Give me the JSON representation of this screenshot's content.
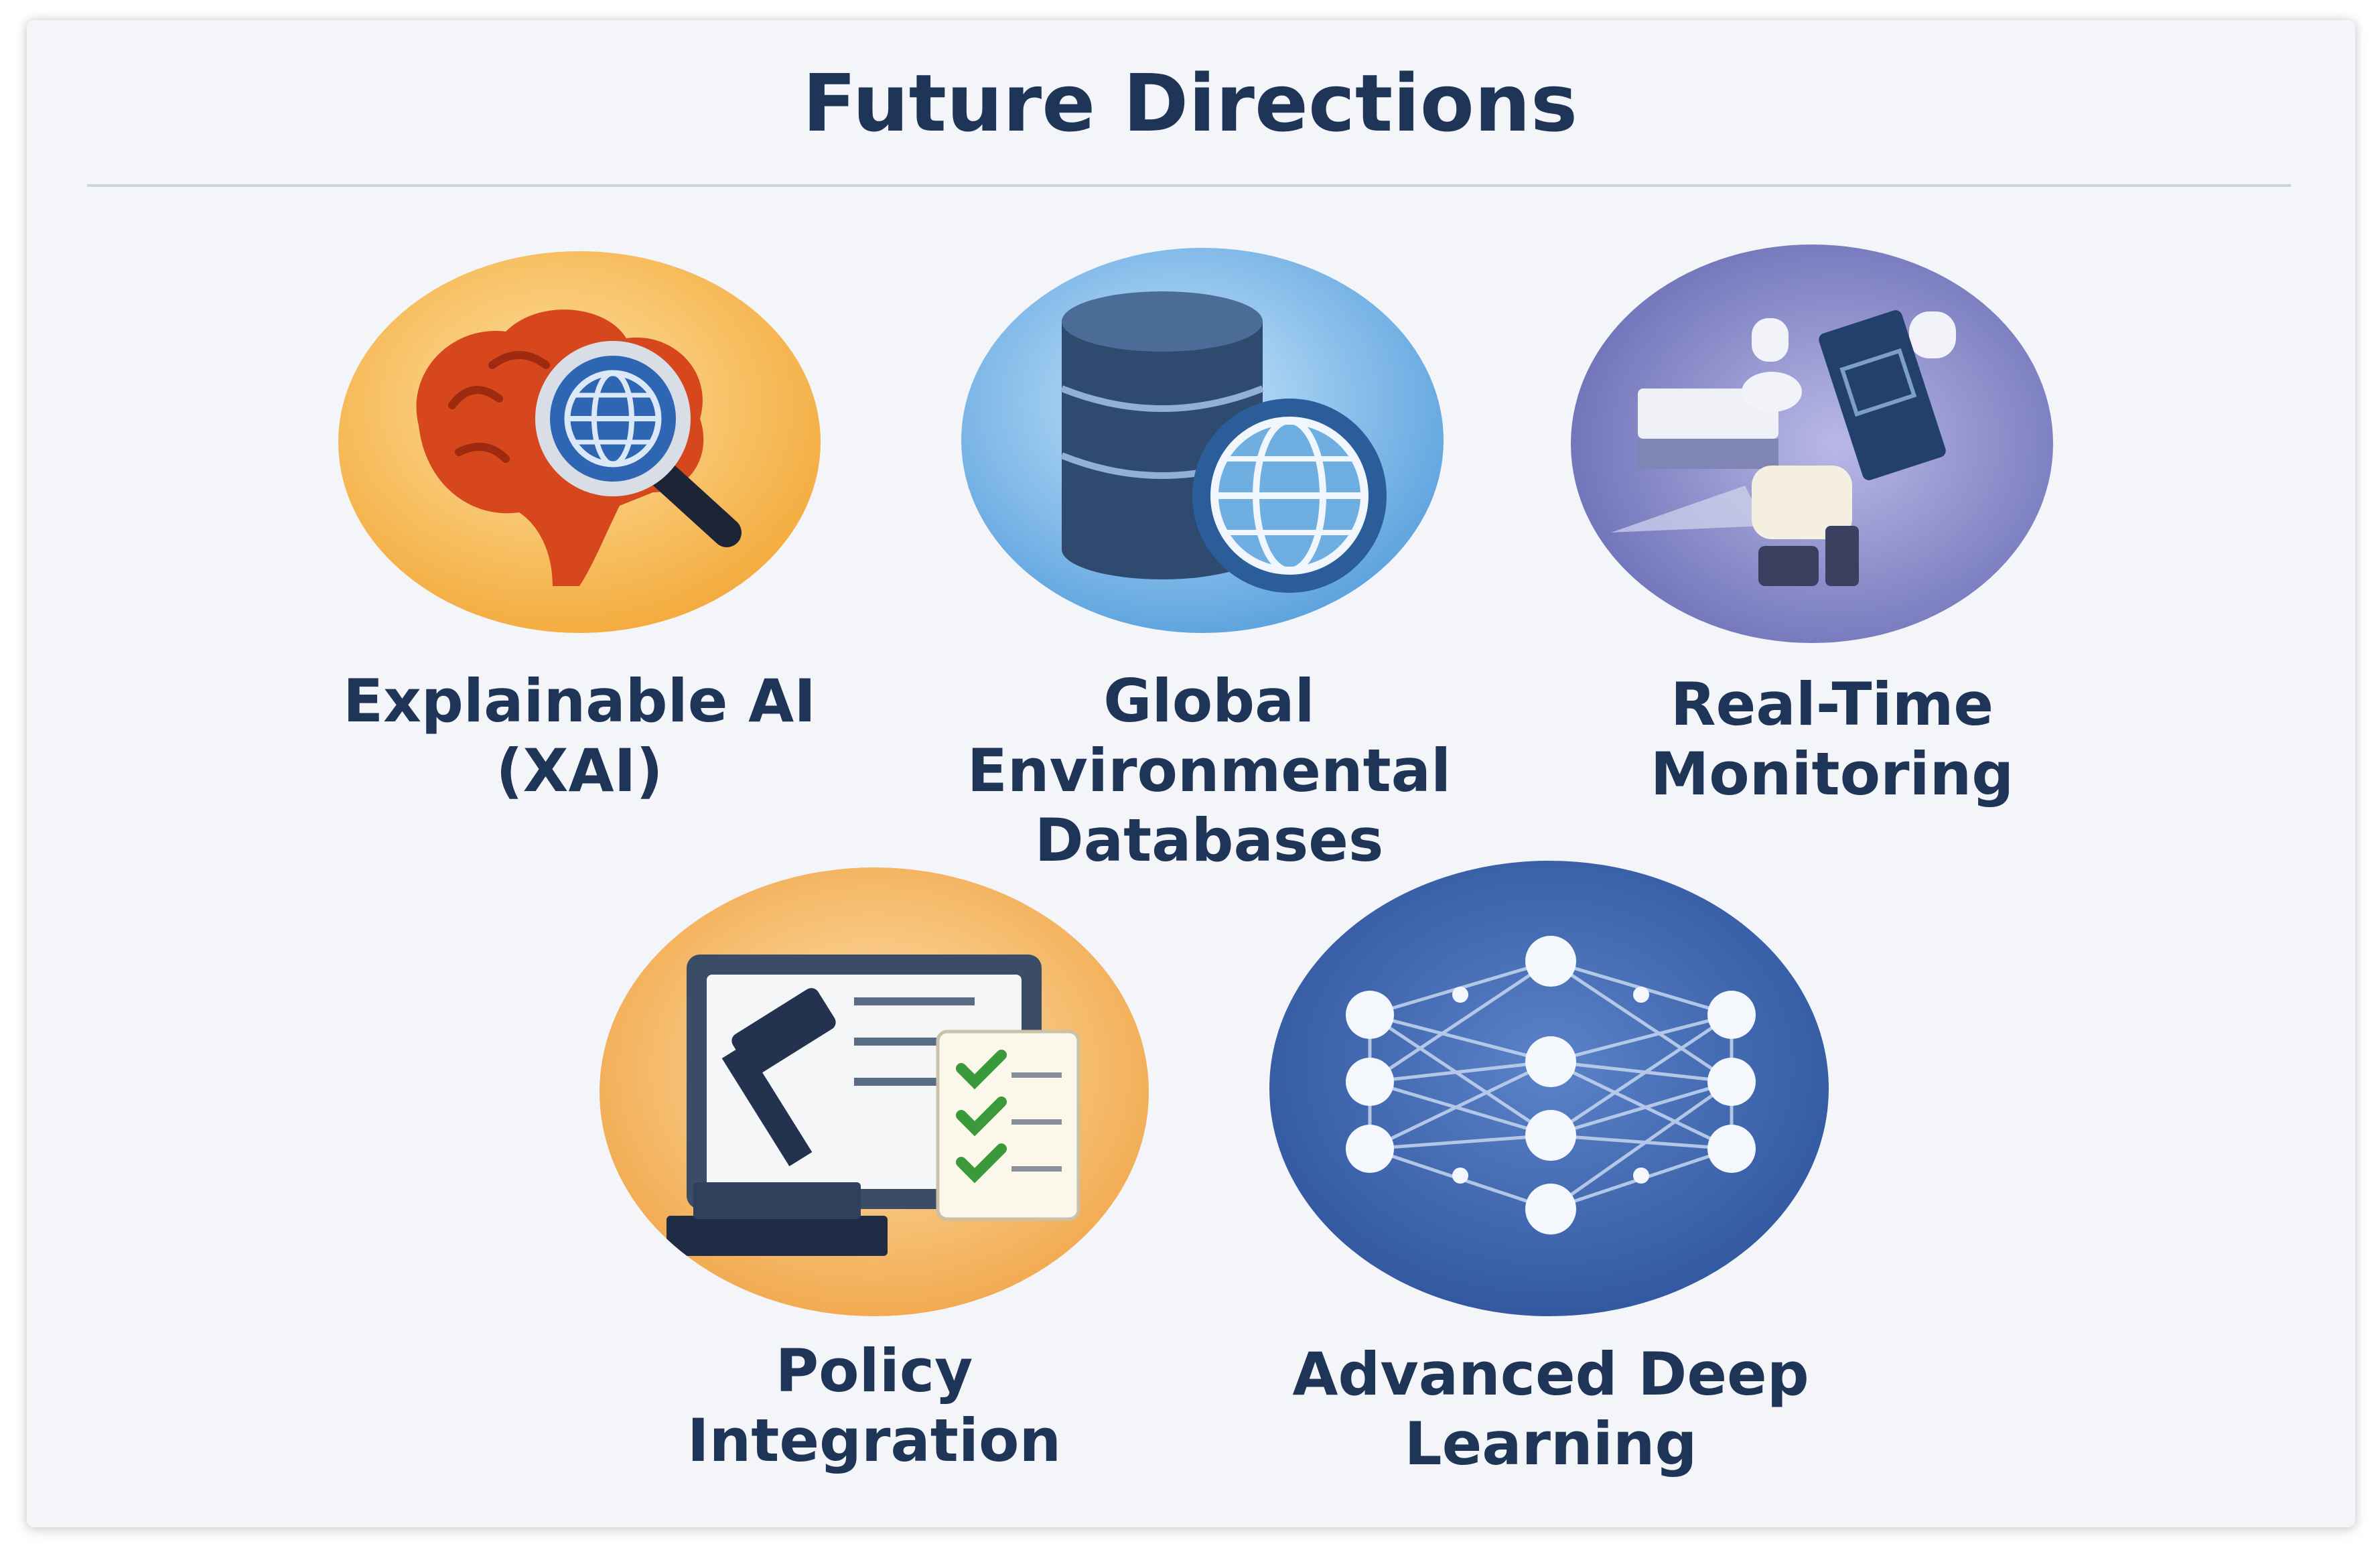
{
  "title": "Future Directions",
  "items": [
    {
      "label": "Explainable AI\n(XAI)",
      "icon": "brain-magnifier-icon",
      "color": "#f4a62b"
    },
    {
      "label": "Global\nEnvironmental\nDatabases",
      "icon": "database-globe-icon",
      "color": "#5aa5e0"
    },
    {
      "label": "Real-Time\nMonitoring",
      "icon": "sensors-satellite-icon",
      "color": "#6b6fb8"
    },
    {
      "label": "Policy\nIntegration",
      "icon": "gavel-checklist-icon",
      "color": "#f0a13a"
    },
    {
      "label": "Advanced Deep\nLearning",
      "icon": "neural-network-icon",
      "color": "#2f5aa6"
    }
  ]
}
